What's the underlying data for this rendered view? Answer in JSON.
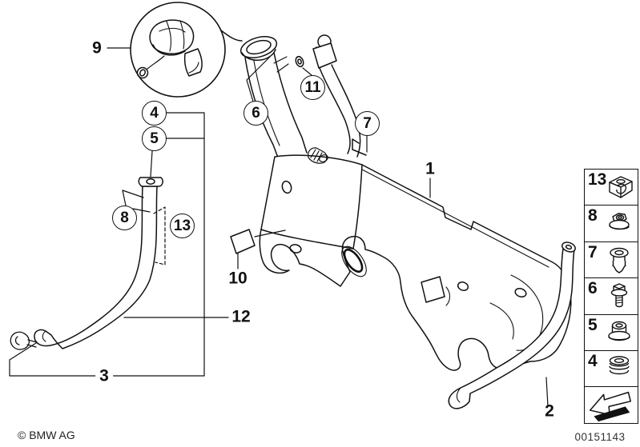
{
  "page": {
    "background": "#ffffff",
    "line_color": "#111111"
  },
  "callouts": {
    "circled": [
      {
        "label": "4"
      },
      {
        "label": "5"
      },
      {
        "label": "8"
      },
      {
        "label": "13"
      },
      {
        "label": "6"
      },
      {
        "label": "11"
      },
      {
        "label": "7"
      }
    ],
    "plain": [
      {
        "label": "9"
      },
      {
        "label": "1"
      },
      {
        "label": "10"
      },
      {
        "label": "12"
      },
      {
        "label": "3"
      },
      {
        "label": "2"
      }
    ]
  },
  "sidebar": {
    "items": [
      {
        "label": "13",
        "icon": "cage-clip-nut-icon"
      },
      {
        "label": "8",
        "icon": "flange-nut-icon"
      },
      {
        "label": "7",
        "icon": "expanding-rivet-icon"
      },
      {
        "label": "6",
        "icon": "hex-bolt-icon"
      },
      {
        "label": "5",
        "icon": "spacer-bushing-icon"
      },
      {
        "label": "4",
        "icon": "rubber-grommet-icon"
      }
    ],
    "nav_arrow": "previous-diagram-arrow-icon"
  },
  "footer": {
    "copyright": "© BMW AG",
    "diagram_number": "00151143"
  }
}
